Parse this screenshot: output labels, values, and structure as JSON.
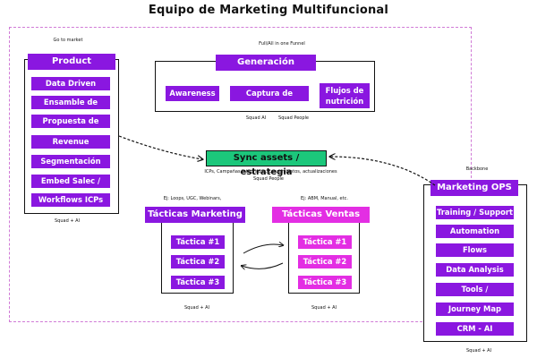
{
  "title": "Equipo de Marketing Multifuncional",
  "product_marketing": {
    "caption": "Go to market",
    "header": "Product Marketing",
    "items": [
      "Data Driven",
      "Ensamble de ventas",
      "Propuesta de Valor",
      "Revenue",
      "Segmentación",
      "Embed Salec / MKT",
      "Workflows ICPs"
    ],
    "footer": "Squad + AI"
  },
  "generacion": {
    "caption": "Full/All in one Funnel",
    "header": "Generación demanda",
    "items": [
      "Awareness",
      "Captura de demanda",
      "Flujos de nutrición"
    ],
    "footer_left": "Squad AI",
    "footer_right": "Squad People"
  },
  "sync": {
    "header": "Sync assets / estrategia",
    "line1": "ICPs, Campañas integradas, Lanzamientos, actualizaciones",
    "line2": "Squad People"
  },
  "tacticas_marketing": {
    "caption": "Ej: Loops, UGC, Webinars,",
    "header": "Tácticas Marketing",
    "items": [
      "Táctica #1",
      "Táctica #2",
      "Táctica #3"
    ],
    "footer": "Squad + AI"
  },
  "tacticas_ventas": {
    "caption": "Ej: ABM, Manual, etc.",
    "header": "Tácticas Ventas",
    "items": [
      "Táctica #1",
      "Táctica #2",
      "Táctica #3"
    ],
    "footer": "Squad + AI"
  },
  "marketing_ops": {
    "caption": "Backbone",
    "header": "Marketing OPS",
    "items": [
      "Training / Support",
      "Automation",
      "Flows Performance",
      "Data Analysis",
      "Tools / Integraciones",
      "Journey Map",
      "CRM - AI"
    ],
    "footer": "Squad + AI"
  },
  "colors": {
    "purple": "#8a17e0",
    "pink": "#e32ee3",
    "green": "#1cc77b",
    "frame": "#d07ad6"
  }
}
